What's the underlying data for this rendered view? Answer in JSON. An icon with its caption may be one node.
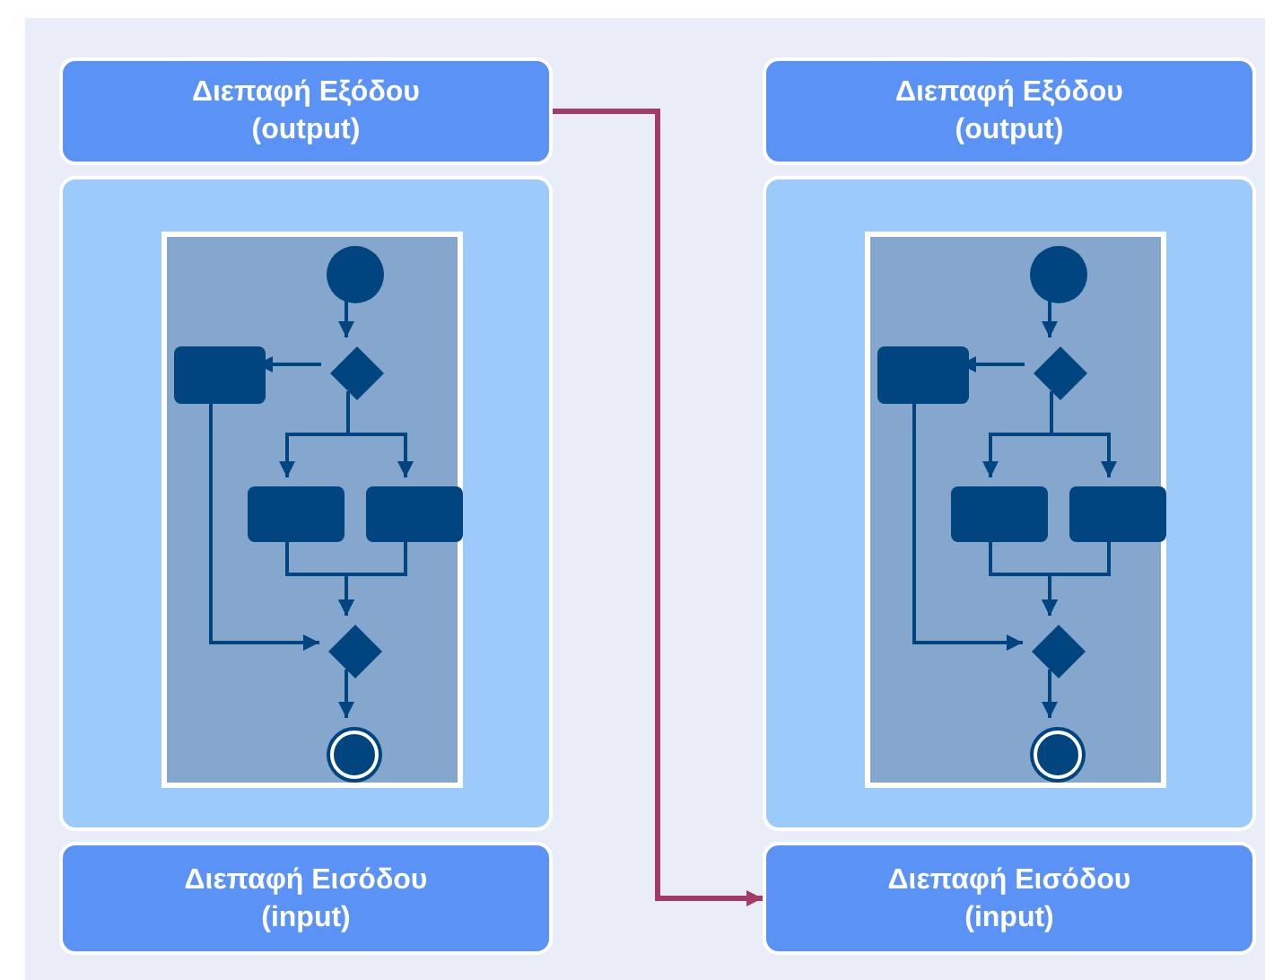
{
  "diagram": {
    "nodes": [
      {
        "text": [
          "Διεπαφή Εξόδου (output)"
        ]
      },
      {
        "text": [],
        "shape": "box"
      },
      {
        "text": [],
        "shape": "box",
        "in": 1
      },
      {
        "text": [],
        "shape": "circle",
        "in": 2
      },
      {
        "text": [],
        "shape": "diamond",
        "in": 2
      },
      {
        "text": [],
        "shape": "box",
        "in": 2
      },
      {
        "text": [],
        "shape": "box",
        "in": 2
      },
      {
        "text": [],
        "shape": "box",
        "in": 2
      },
      {
        "text": [],
        "shape": "diamond",
        "in": 2
      },
      {
        "text": [],
        "shape": "bullseye",
        "in": 2
      },
      {
        "text": [
          "Διεπαφή Εισόδου (input)"
        ]
      },
      {
        "text": [
          "Διεπαφή Εξόδου (output)"
        ]
      },
      {
        "text": [],
        "shape": "box"
      },
      {
        "text": [],
        "shape": "box",
        "in": 12
      },
      {
        "text": [],
        "shape": "circle",
        "in": 13
      },
      {
        "text": [],
        "shape": "diamond",
        "in": 13
      },
      {
        "text": [],
        "shape": "box",
        "in": 13
      },
      {
        "text": [],
        "shape": "box",
        "in": 13
      },
      {
        "text": [],
        "shape": "box",
        "in": 13
      },
      {
        "text": [],
        "shape": "diamond",
        "in": 13
      },
      {
        "text": [],
        "shape": "bullseye",
        "in": 13
      },
      {
        "text": [
          "Διεπαφή Εισόδου (input)"
        ]
      }
    ],
    "edges": [
      {
        "from": 3,
        "to": 4,
        "arrow": "to"
      },
      {
        "from": 4,
        "to": 5,
        "arrow": "to"
      },
      {
        "from": 4,
        "to": 6,
        "arrow": "to"
      },
      {
        "from": 4,
        "to": 7,
        "arrow": "to"
      },
      {
        "from": 6,
        "to": 8,
        "arrow": "to"
      },
      {
        "from": 7,
        "to": 8,
        "arrow": "to"
      },
      {
        "from": 5,
        "to": 8,
        "arrow": "to"
      },
      {
        "from": 8,
        "to": 9,
        "arrow": "to"
      },
      {
        "from": 0,
        "to": 21,
        "arrow": "to",
        "color": "#a33a68"
      },
      {
        "from": 14,
        "to": 15,
        "arrow": "to"
      },
      {
        "from": 15,
        "to": 16,
        "arrow": "to"
      },
      {
        "from": 15,
        "to": 17,
        "arrow": "to"
      },
      {
        "from": 15,
        "to": 18,
        "arrow": "to"
      },
      {
        "from": 17,
        "to": 19,
        "arrow": "to"
      },
      {
        "from": 18,
        "to": 19,
        "arrow": "to"
      },
      {
        "from": 16,
        "to": 19,
        "arrow": "to"
      },
      {
        "from": 19,
        "to": 20,
        "arrow": "to"
      }
    ]
  }
}
